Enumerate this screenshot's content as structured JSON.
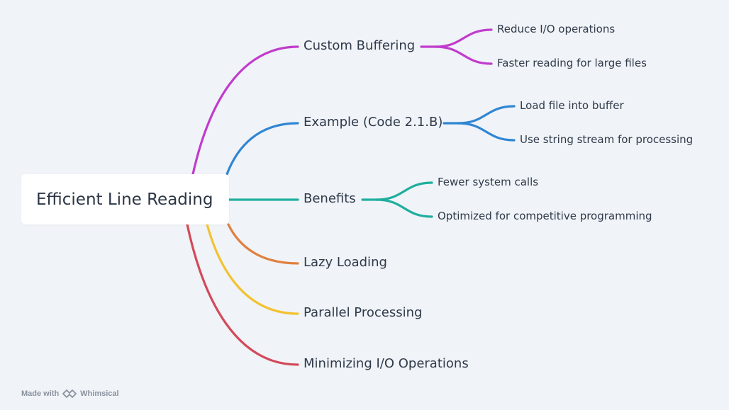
{
  "root": {
    "label": "Efficient Line Reading"
  },
  "branches": [
    {
      "label": "Custom Buffering",
      "color": "#c03ccd",
      "children": [
        "Reduce I/O operations",
        "Faster reading for large files"
      ]
    },
    {
      "label": "Example (Code 2.1.B)",
      "color": "#2f86d3",
      "children": [
        "Load file into buffer",
        "Use string stream for processing"
      ]
    },
    {
      "label": "Benefits",
      "color": "#1fae9e",
      "children": [
        "Fewer system calls",
        "Optimized for competitive programming"
      ]
    },
    {
      "label": "Lazy Loading",
      "color": "#e0803f",
      "children": []
    },
    {
      "label": "Parallel Processing",
      "color": "#f2c230",
      "children": []
    },
    {
      "label": "Minimizing I/O Operations",
      "color": "#d24a5a",
      "children": []
    }
  ],
  "footer": {
    "made_with": "Made with",
    "brand": "Whimsical",
    "logo_icon": "whimsical-logo-icon"
  }
}
